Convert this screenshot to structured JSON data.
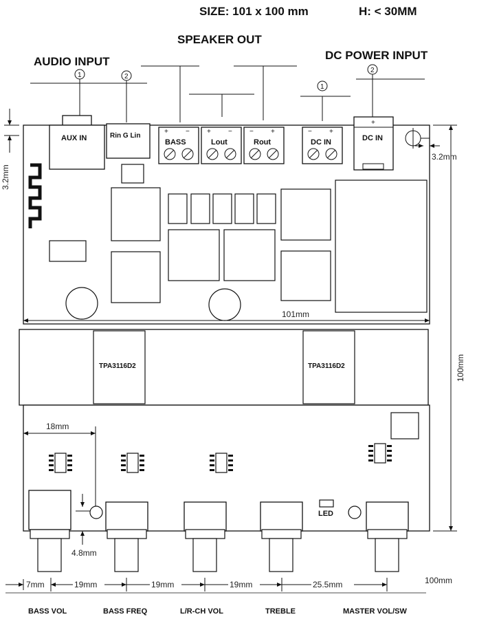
{
  "header": {
    "size": "SIZE:  101 x 100 mm",
    "height": "H:  < 30MM"
  },
  "sections": {
    "speaker_out": "SPEAKER  OUT",
    "audio_input": "AUDIO INPUT",
    "dc_power_input": "DC POWER INPUT"
  },
  "markers": {
    "aux_in_num": "1",
    "line_in_num": "2",
    "dc_in_num": "1",
    "dc_jack_num": "2"
  },
  "connectors": {
    "aux_in": "AUX IN",
    "line_in": "Rin G  Lin",
    "bass": "BASS",
    "lout": "Lout",
    "rout": "Rout",
    "dc_in": "DC IN",
    "dc_jack": "DC IN",
    "plus": "+",
    "minus": "−"
  },
  "chips": {
    "amp_left": "TPA3116D2",
    "amp_right": "TPA3116D2"
  },
  "led": "LED",
  "dimensions": {
    "top_margin": "3.2mm",
    "right_margin": "3.2mm",
    "width": "101mm",
    "height": "100mm",
    "pot_offset": "18mm",
    "pot_height": "4.8mm",
    "d1": "7mm",
    "d2": "19mm",
    "d3": "19mm",
    "d4": "19mm",
    "d5": "25.5mm",
    "total": "100mm"
  },
  "knobs": [
    {
      "label": "BASS VOL"
    },
    {
      "label": "BASS FREQ"
    },
    {
      "label": "L/R-CH VOL"
    },
    {
      "label": "TREBLE"
    },
    {
      "label": "MASTER VOL/SW"
    }
  ],
  "colors": {
    "line": "#111111",
    "background": "#ffffff"
  }
}
